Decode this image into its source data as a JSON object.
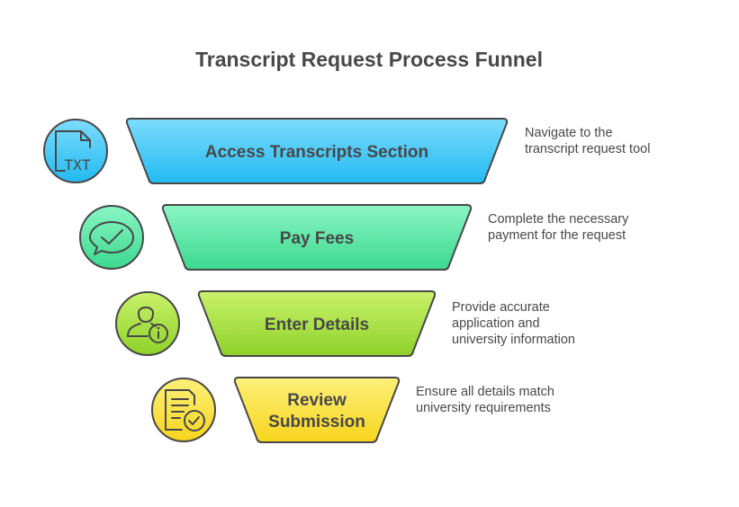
{
  "title": "Transcript Request Process Funnel",
  "stages": [
    {
      "label_lines": [
        "Access Transcripts Section"
      ],
      "description_lines": [
        "Navigate to the",
        "transcript request tool"
      ],
      "icon": "txt-file-icon",
      "color_top": "#7ddcfc",
      "color_bottom": "#22baf2"
    },
    {
      "label_lines": [
        "Pay Fees"
      ],
      "description_lines": [
        "Complete the necessary",
        "payment for the request"
      ],
      "icon": "chat-check-icon",
      "color_top": "#8af5c4",
      "color_bottom": "#3cd98f"
    },
    {
      "label_lines": [
        "Enter Details"
      ],
      "description_lines": [
        "Provide accurate",
        "application and",
        "university information"
      ],
      "icon": "user-info-icon",
      "color_top": "#c9f26a",
      "color_bottom": "#8ed12a"
    },
    {
      "label_lines": [
        "Review",
        "Submission"
      ],
      "description_lines": [
        "Ensure all details match",
        "university requirements"
      ],
      "icon": "document-check-icon",
      "color_top": "#fdf07a",
      "color_bottom": "#f7d51d"
    }
  ]
}
